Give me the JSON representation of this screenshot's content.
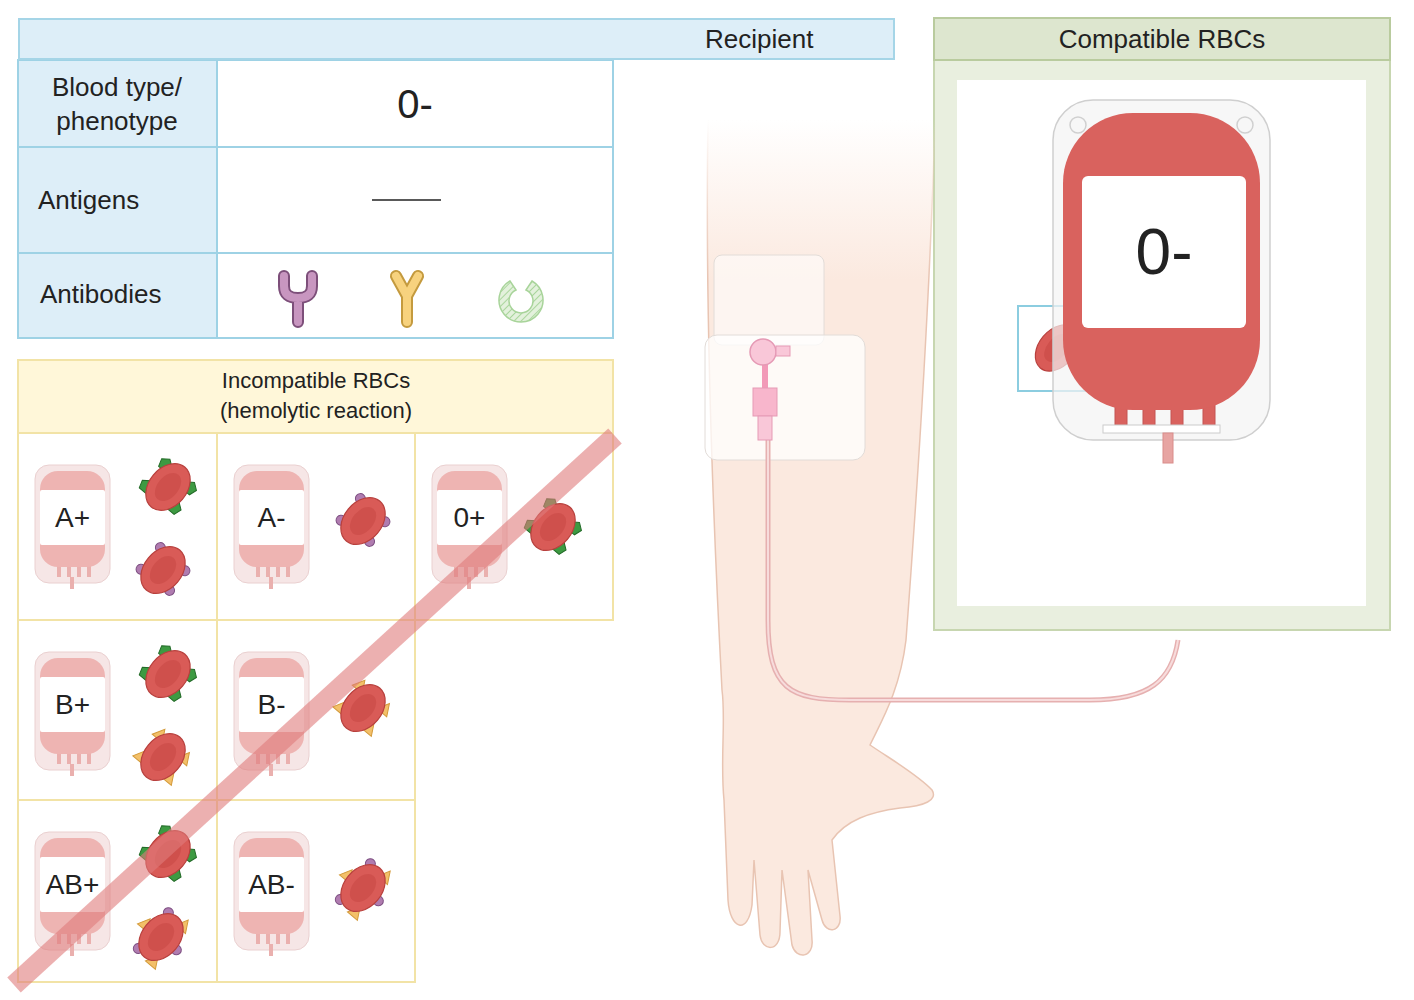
{
  "diagram": {
    "nodes": [
      {
        "text": [
          "Recipient"
        ]
      },
      {
        "text": [
          "Compatible RBCs"
        ]
      },
      {
        "text": [
          "0-"
        ],
        "in": 1
      },
      {
        "text": [
          "Incompatible RBCs (hemolytic reaction)"
        ]
      },
      {
        "text": [
          "A+"
        ],
        "in": 3
      },
      {
        "text": [
          "A-"
        ],
        "in": 3
      },
      {
        "text": [
          "0+"
        ],
        "in": 3
      },
      {
        "text": [
          "B+"
        ],
        "in": 3
      },
      {
        "text": [
          "B-"
        ],
        "in": 3
      },
      {
        "text": [
          "AB+"
        ],
        "in": 3
      },
      {
        "text": [
          "AB-"
        ],
        "in": 3
      }
    ],
    "labels": [
      "Blood type/ phenotype",
      "0-",
      "Antigens",
      "Antibodies"
    ]
  }
}
